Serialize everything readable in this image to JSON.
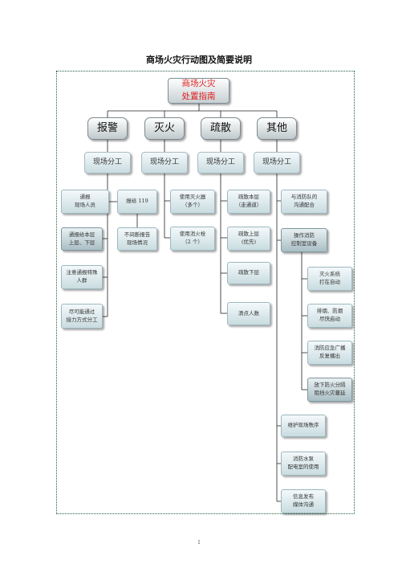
{
  "title": "商场火灾行动图及简要说明",
  "root": {
    "line1": "商场火灾",
    "line2": "处置指南"
  },
  "categories": [
    "报警",
    "灭火",
    "疏散",
    "其他"
  ],
  "field_division": "现场分工",
  "alarm": {
    "notify_staff": [
      "通报",
      "现场人员"
    ],
    "call_119": "报给 119",
    "notify_floors": [
      "通报给本层",
      "上层、下层"
    ],
    "keep_reporting": [
      "不间断报告",
      "现场情况"
    ],
    "notify_special": [
      "注意通报特殊",
      "人群"
    ],
    "relay_division": [
      "尽可能通过",
      "接力方式分工"
    ]
  },
  "extinguish": {
    "use_extinguisher": [
      "使用灭火器",
      "（多个）"
    ],
    "use_hydrant": [
      "使用消火栓",
      "（2 个）"
    ]
  },
  "evacuate": {
    "same_floor": [
      "疏散本层",
      "（走通道）"
    ],
    "upper_floor": [
      "疏散上层",
      "(优先)"
    ],
    "lower_floor": "疏散下层",
    "headcount": "清点人数"
  },
  "other": {
    "fire_brigade": [
      "与消防队的",
      "沟通配合"
    ],
    "control_room": [
      "操作消防",
      "控制室设备"
    ],
    "control_items": [
      [
        "灭火系统",
        "打在自动"
      ],
      [
        "排烟、防烟",
        "尽快启动"
      ],
      [
        "消防应急广播",
        "反复播出"
      ],
      [
        "放下防火分隔",
        "阻挡火灾蔓延"
      ]
    ],
    "maintain_order": "维护现场秩序",
    "pump_power": [
      "消防水泵",
      "配电室的使用"
    ],
    "media": [
      "信息发布",
      "媒体沟通"
    ]
  },
  "page_number": "1"
}
